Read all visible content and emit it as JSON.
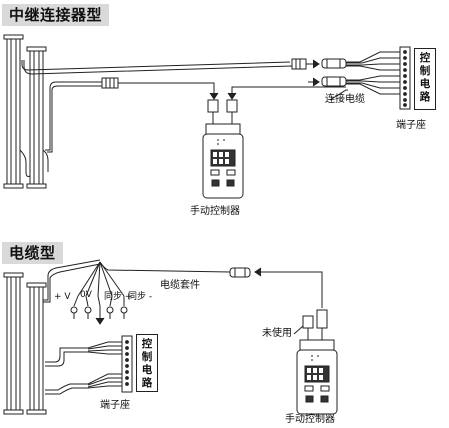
{
  "sections": [
    {
      "title": "中继连接器型"
    },
    {
      "title": "电缆型"
    }
  ],
  "labels": {
    "relay_cable": "连接电缆",
    "terminal_block_top": "端子座",
    "controller_top": "手动控制器",
    "cable_kit": "电缆套件",
    "plus_v": "+ V",
    "zero_v": "0V",
    "sync_plus": "同步 +",
    "sync_minus": "同步 -",
    "unused": "未使用",
    "terminal_block_bottom": "端子座",
    "controller_bottom": "手动控制器"
  },
  "control_circuit_top": [
    "控",
    "制",
    "电",
    "路"
  ],
  "control_circuit_bottom": [
    "控",
    "制",
    "电",
    "路"
  ],
  "colors": {
    "line": "#222222",
    "box": "#ffffff",
    "title_bg": "#d9d9d9",
    "screen": "#333333"
  }
}
